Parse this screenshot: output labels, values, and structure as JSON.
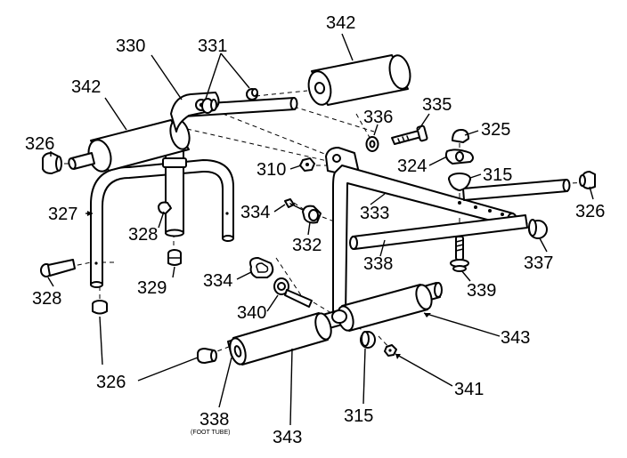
{
  "labels": {
    "p342a": "342",
    "p330": "330",
    "p331": "331",
    "p342b": "342",
    "p336": "336",
    "p335": "335",
    "p325": "325",
    "p326a": "326",
    "p310": "310",
    "p324": "324",
    "p315a": "315",
    "p327": "327",
    "p334a": "334",
    "p333": "333",
    "p326b": "326",
    "p328a": "328",
    "p332": "332",
    "p338a": "338",
    "p337": "337",
    "p329": "329",
    "p334b": "334",
    "p339": "339",
    "p328b": "328",
    "p340": "340",
    "p343a": "343",
    "p326c": "326",
    "p341": "341",
    "p338b": "338",
    "foot_tube": "(FOOT TUBE)",
    "p315b": "315",
    "p343b": "343"
  }
}
